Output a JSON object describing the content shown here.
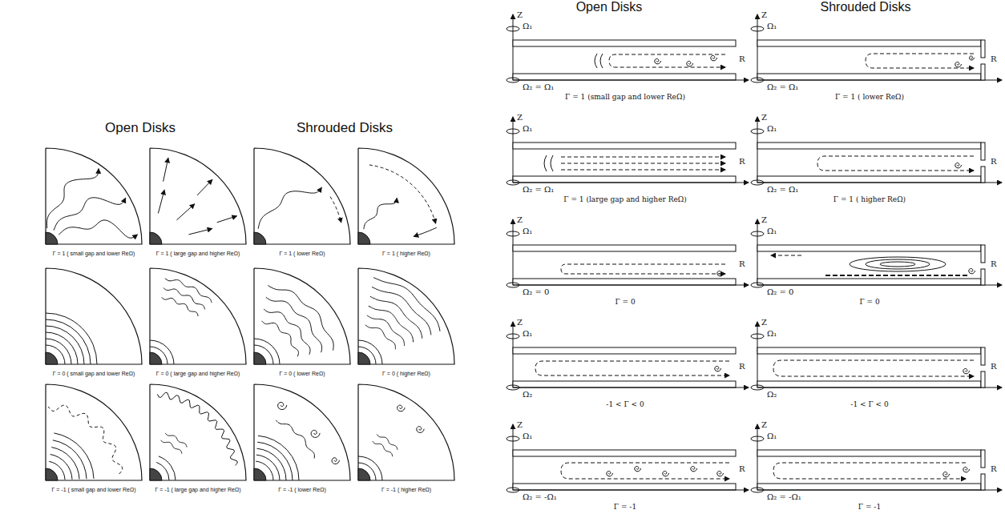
{
  "diagram": {
    "labels": [
      "Open Disks",
      "Shrouded Disks",
      "Open Disks",
      "Shrouded Disks",
      "Γ = 1 ( small gap and lower ReΩ)",
      "Γ = 1 ( large gap and higher ReΩ)",
      "Γ = 1 ( lower ReΩ)",
      "Γ = 1 ( higher ReΩ)",
      "Γ = 0 ( small gap and lower ReΩ)",
      "Γ = 0 ( large gap and higher ReΩ)",
      "Γ = 0 ( lower ReΩ)",
      "Γ = 0 ( higher ReΩ)",
      "Γ = -1 ( small gap and lower ReΩ)",
      "Γ = -1 ( large gap and higher ReΩ)",
      "Γ = -1 ( lower ReΩ)",
      "Γ = -1 ( higher ReΩ)",
      "Z",
      "Ω₁",
      "R",
      "Ω₂ = Ω₁",
      "Γ = 1 (small gap and lower ReΩ)",
      "Z",
      "Ω₁",
      "R",
      "Ω₂ = Ω₁",
      "Γ = 1 ( lower ReΩ)",
      "Z",
      "Ω₁",
      "R",
      "Ω₂ = Ω₁",
      "Γ = 1 (large gap and higher ReΩ)",
      "Z",
      "Ω₁",
      "R",
      "Ω₂ = Ω₁",
      "Γ = 1 ( higher ReΩ)",
      "Z",
      "Ω₁",
      "R",
      "Ω₂ = 0",
      "Γ = 0",
      "Z",
      "Ω₁",
      "R",
      "Ω₂ = 0",
      "Γ = 0",
      "Z",
      "Ω₁",
      "R",
      "Ω₂",
      "-1 < Γ < 0",
      "Z",
      "Ω₁",
      "R",
      "Ω₂",
      "-1 < Γ < 0",
      "Z",
      "Ω₁",
      "R",
      "Ω₂ = -Ω₁",
      "Γ = -1",
      "Z",
      "Ω₁",
      "R",
      "Ω₂ = -Ω₁",
      "Γ = -1"
    ]
  }
}
